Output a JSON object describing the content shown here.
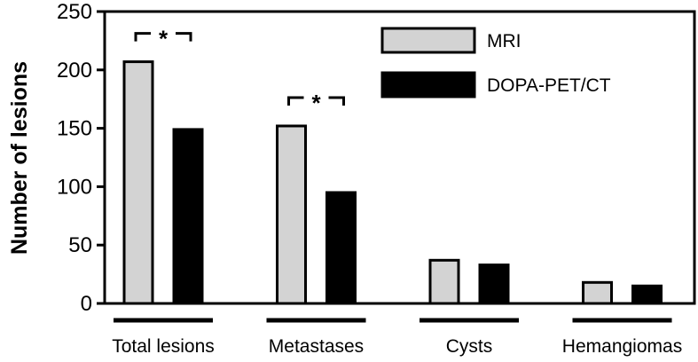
{
  "chart_data": {
    "type": "bar",
    "categories": [
      "Total lesions",
      "Metastases",
      "Cysts",
      "Hemangiomas"
    ],
    "series": [
      {
        "name": "MRI",
        "values": [
          207,
          152,
          37,
          18
        ],
        "color": "#d3d3d3"
      },
      {
        "name": "DOPA-PET/CT",
        "values": [
          149,
          95,
          33,
          15
        ],
        "color": "#000000"
      }
    ],
    "ylabel": "Number of lesions",
    "xlabel": "",
    "ylim": [
      0,
      250
    ],
    "yticks": [
      0,
      50,
      100,
      150,
      200,
      250
    ],
    "grid": false,
    "legend_position": "top-right",
    "annotations": [
      {
        "category": "Total lesions",
        "text": "*"
      },
      {
        "category": "Metastases",
        "text": "*"
      }
    ]
  }
}
